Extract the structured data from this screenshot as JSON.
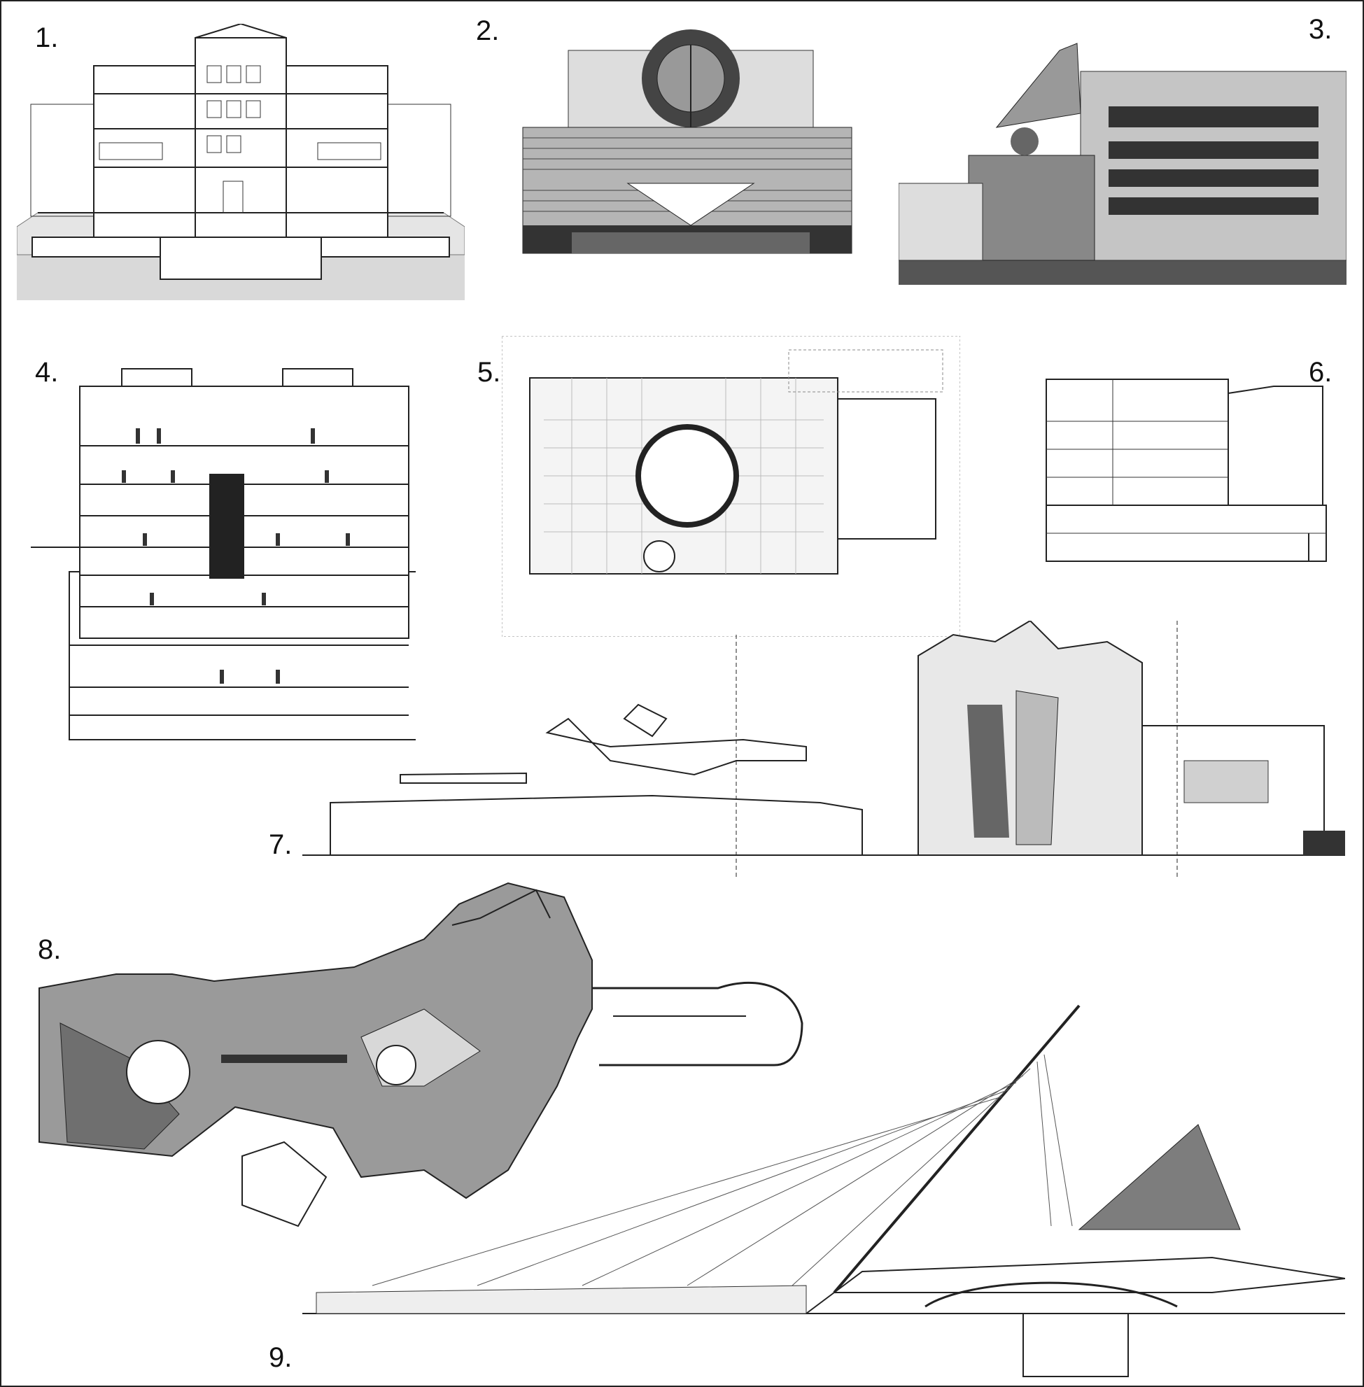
{
  "figures": [
    {
      "id": 1,
      "label": "1."
    },
    {
      "id": 2,
      "label": "2."
    },
    {
      "id": 3,
      "label": "3."
    },
    {
      "id": 4,
      "label": "4."
    },
    {
      "id": 5,
      "label": "5."
    },
    {
      "id": 6,
      "label": "6."
    },
    {
      "id": 7,
      "label": "7."
    },
    {
      "id": 8,
      "label": "8."
    },
    {
      "id": 9,
      "label": "9."
    }
  ],
  "colors": {
    "ink": "#222222",
    "paper": "#ffffff",
    "grey_fill": "#8a8a8a",
    "light_fill": "#cfcfcf"
  }
}
